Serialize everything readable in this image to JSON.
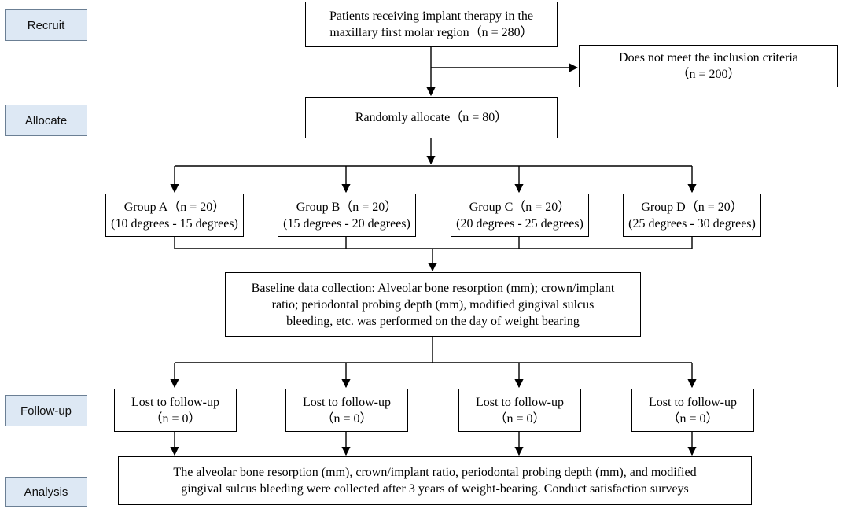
{
  "stages": {
    "recruit": "Recruit",
    "allocate": "Allocate",
    "followup": "Follow-up",
    "analysis": "Analysis"
  },
  "recruit_box": {
    "line1": "Patients receiving implant therapy in the",
    "line2": "maxillary  first molar region（n = 280）"
  },
  "excluded_box": {
    "line1": "Does not meet the inclusion criteria",
    "line2": "（n = 200）"
  },
  "allocate_box": {
    "line1": "Randomly allocate（n = 80）"
  },
  "groups": [
    {
      "title": "Group A（n = 20）",
      "range": "(10 degrees - 15 degrees)"
    },
    {
      "title": "Group B（n = 20）",
      "range": "(15 degrees - 20 degrees)"
    },
    {
      "title": "Group C（n = 20）",
      "range": "(20 degrees - 25 degrees)"
    },
    {
      "title": "Group D（n = 20）",
      "range": "(25 degrees - 30 degrees)"
    }
  ],
  "baseline_box": {
    "line1": "Baseline data collection: Alveolar bone resorption (mm); crown/implant",
    "line2": "ratio;  periodontal probing depth (mm), modified gingival  sulcus",
    "line3": "bleeding,  etc. was performed on the day of weight bearing"
  },
  "followup_boxes": [
    {
      "line1": "Lost to follow-up",
      "line2": "（n = 0）"
    },
    {
      "line1": "Lost to follow-up",
      "line2": "（n = 0）"
    },
    {
      "line1": "Lost to follow-up",
      "line2": "（n = 0）"
    },
    {
      "line1": "Lost to follow-up",
      "line2": "（n = 0）"
    }
  ],
  "analysis_box": {
    "line1": "The alveolar bone resorption (mm), crown/implant ratio, periodontal probing depth (mm), and modified",
    "line2": "gingival  sulcus bleeding were collected after 3 years of weight-bearing.  Conduct satisfaction surveys"
  }
}
